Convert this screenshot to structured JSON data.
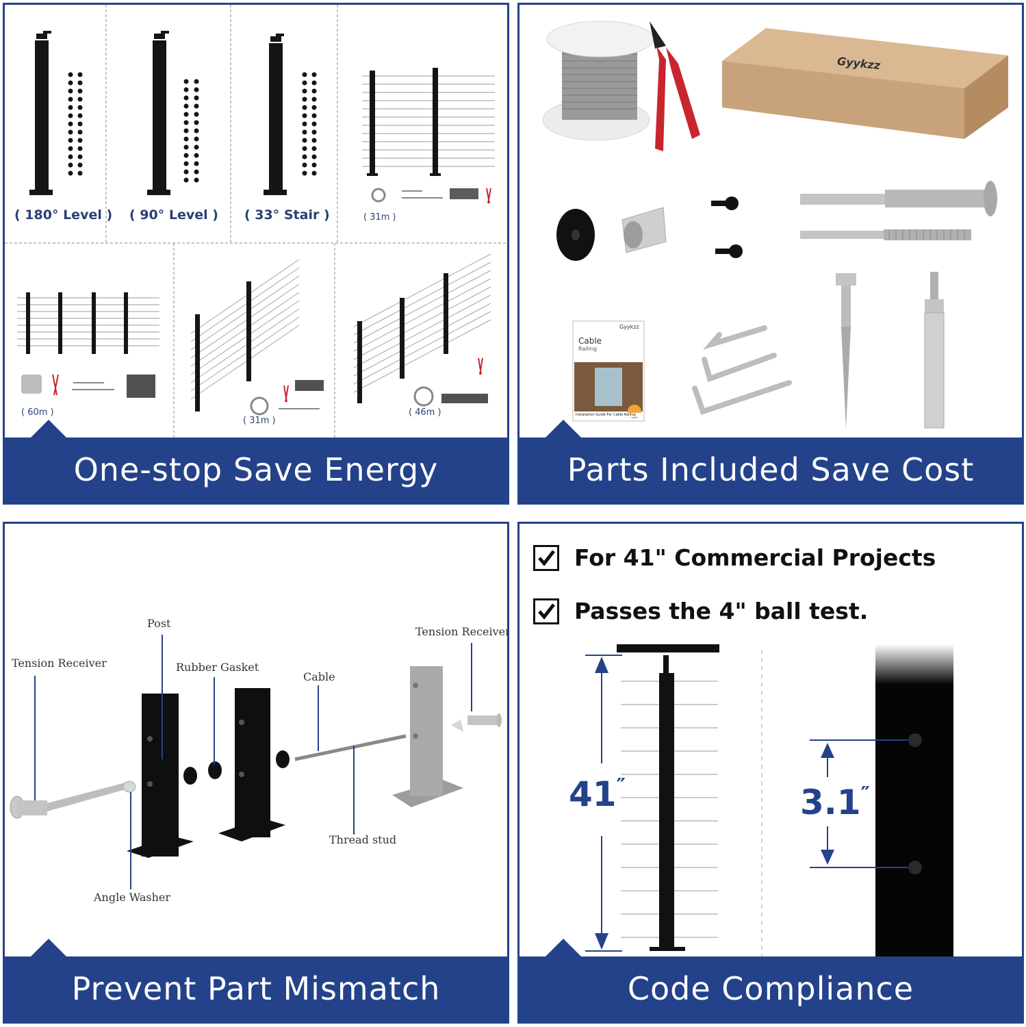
{
  "panels": {
    "one_stop": {
      "banner": "One-stop Save Energy",
      "cells": {
        "level_180": "( 180° Level )",
        "level_90": "( 90° Level )",
        "stair_33": "( 33° Stair )",
        "kit_31m_top": "( 31m )",
        "kit_60m": "( 60m )",
        "kit_31m": "( 31m )",
        "kit_46m": "( 46m )"
      }
    },
    "parts": {
      "banner": "Parts Included Save Cost",
      "box_brand": "Gyykzz",
      "manual_brand": "Gyykzz",
      "manual_title": "Cable",
      "manual_subtitle": "Railing",
      "manual_footer": "Installation Guide For Cable Railing"
    },
    "mismatch": {
      "banner": "Prevent Part Mismatch",
      "callouts": {
        "post": "Post",
        "tension_receiver_left": "Tension Receiver",
        "tension_receiver_right": "Tension Receiver",
        "rubber_gasket": "Rubber Gasket",
        "cable": "Cable",
        "thread_stud": "Thread stud",
        "angle_washer": "Angle Washer"
      }
    },
    "compliance": {
      "banner": "Code Compliance",
      "checks": [
        "For 41\" Commercial Projects",
        "Passes the 4\" ball test."
      ],
      "height_label": "41",
      "spacing_label": "3.1",
      "inch_mark": "″"
    }
  },
  "colors": {
    "brand_blue": "#23428a",
    "post_black": "#111111",
    "tool_red": "#c8262f",
    "cardboard": "#c8a27a"
  }
}
